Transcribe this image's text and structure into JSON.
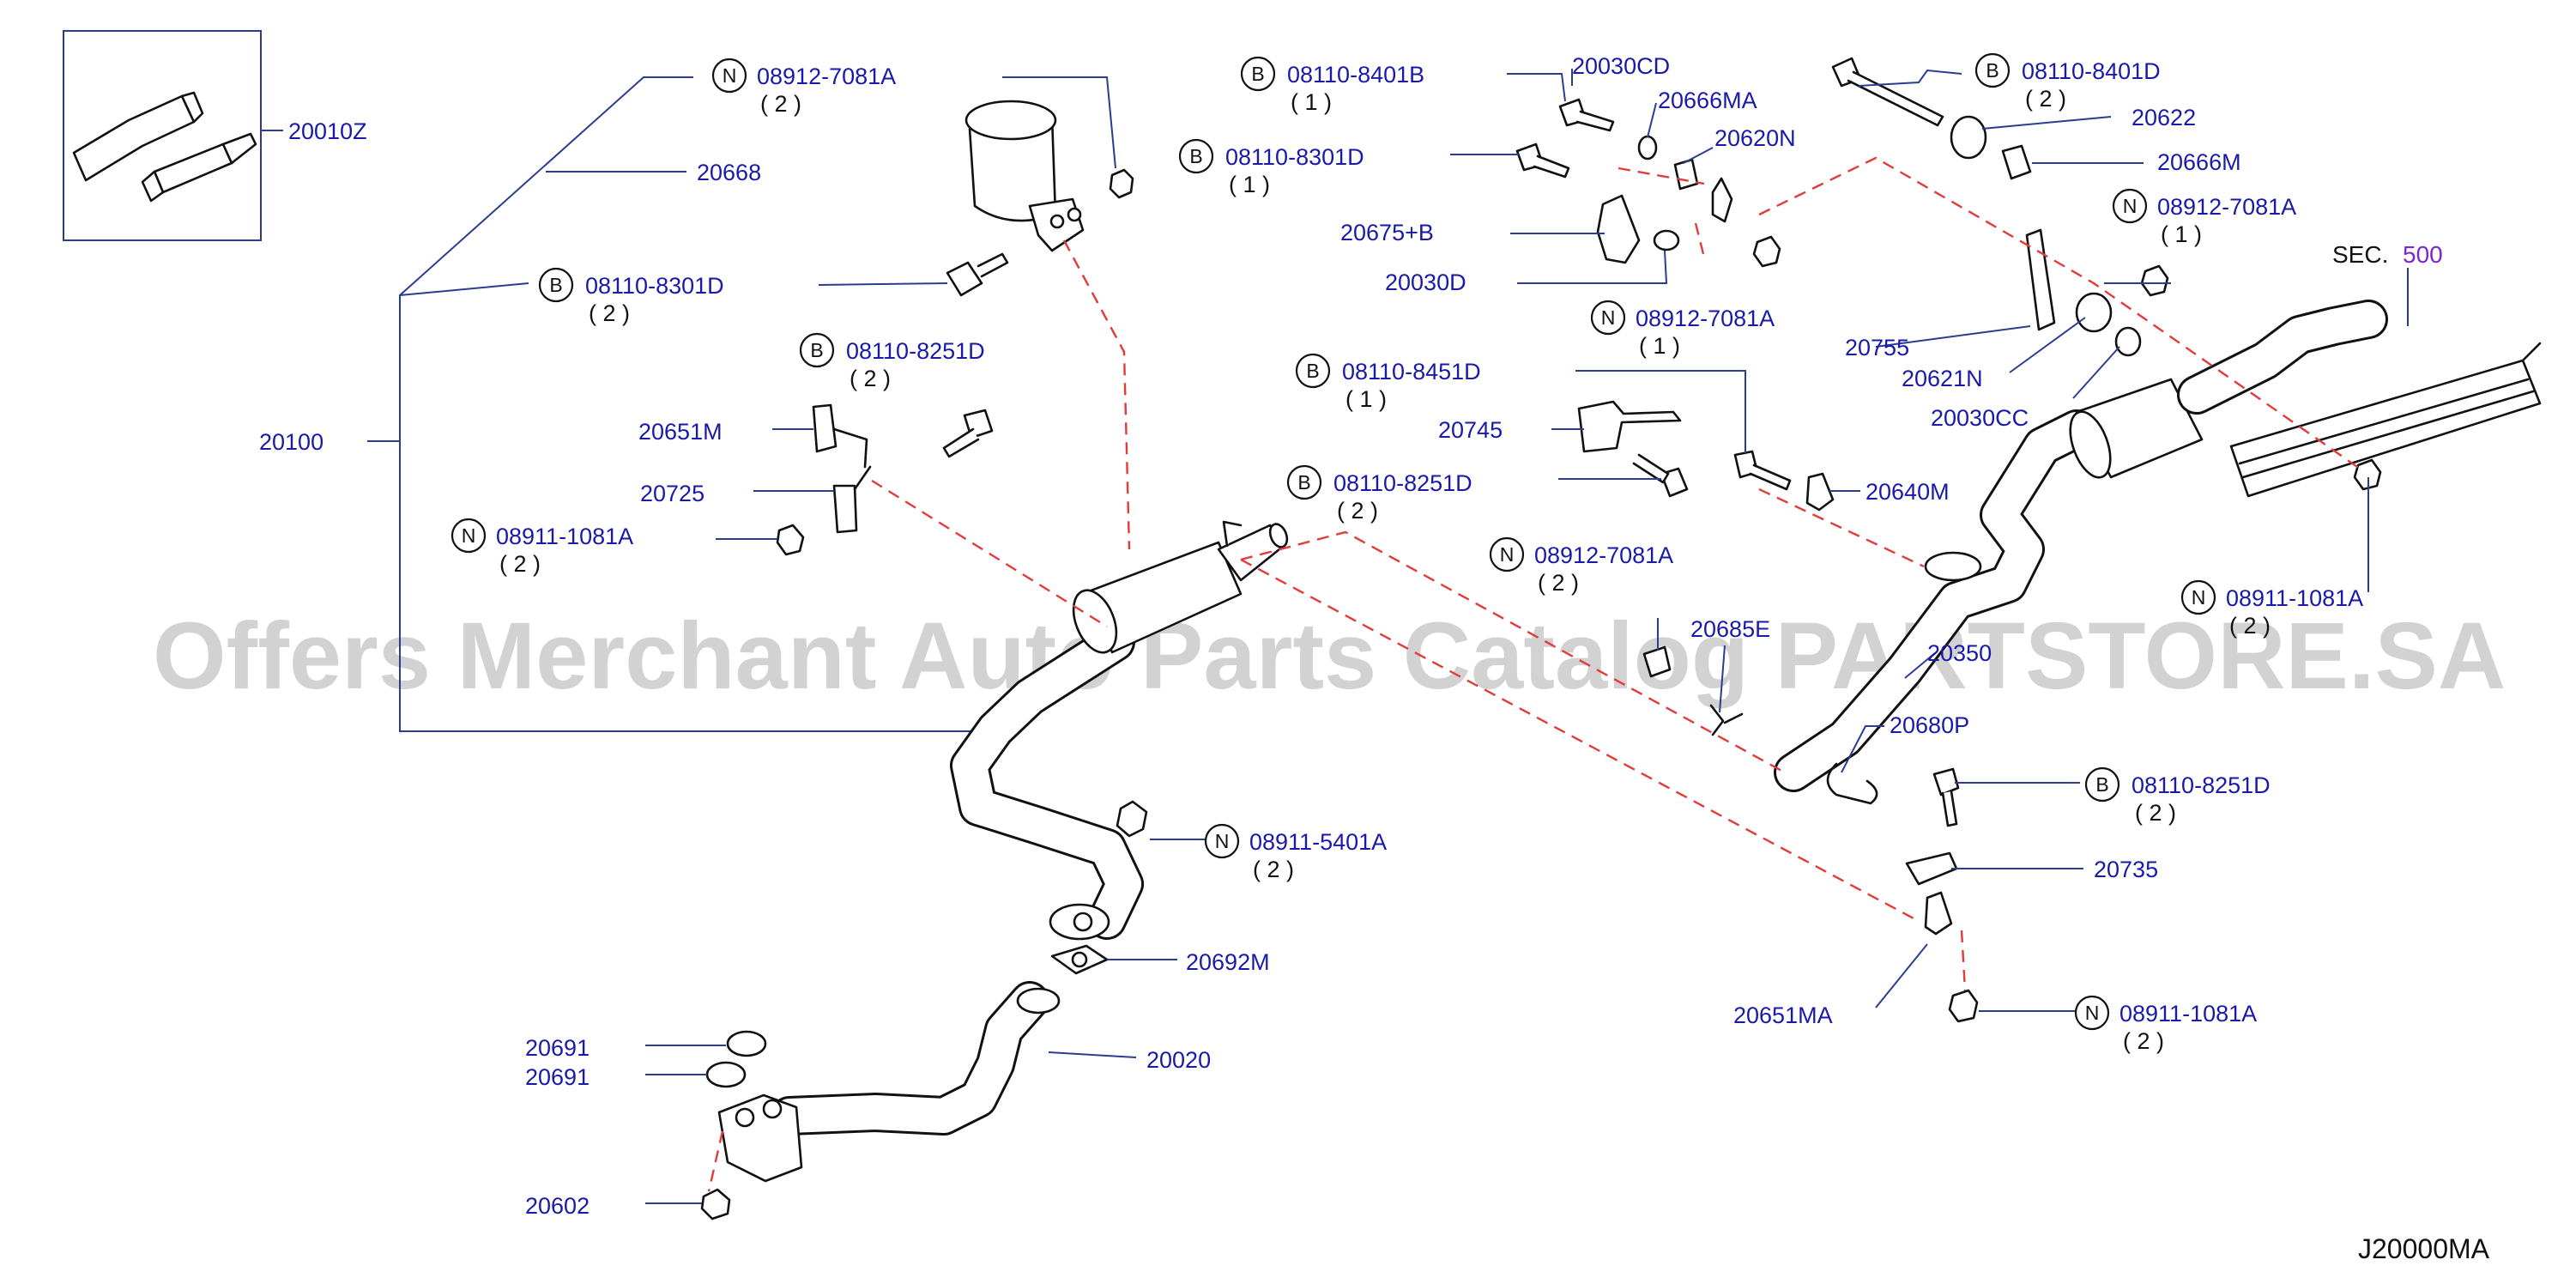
{
  "diagram": {
    "diagram_code": "J20000MA",
    "watermark": "Offers Merchant Auto Parts Catalog PARTSTORE.SA",
    "section_ref": {
      "label": "SEC.",
      "number": "500"
    },
    "colors": {
      "part_number": "#1a1aaa",
      "leader": "#2a3d8f",
      "dashed_leader": "#e23b3b",
      "section_number": "#7a28c8",
      "watermark": "#c8c8c8"
    },
    "callouts": [
      {
        "part": "20010Z"
      },
      {
        "part": "08912-7081A",
        "prefix": "N",
        "qty": "( 2 )"
      },
      {
        "part": "20668"
      },
      {
        "part": "08110-8301D",
        "prefix": "B",
        "qty": "( 2 )"
      },
      {
        "part": "20100"
      },
      {
        "part": "08110-8251D",
        "prefix": "B",
        "qty": "( 2 )"
      },
      {
        "part": "20651M"
      },
      {
        "part": "20725"
      },
      {
        "part": "08911-1081A",
        "prefix": "N",
        "qty": "( 2 )"
      },
      {
        "part": "08110-8401B",
        "prefix": "B",
        "qty": "( 1 )"
      },
      {
        "part": "08110-8301D",
        "prefix": "B",
        "qty": "( 1 )"
      },
      {
        "part": "20030CD"
      },
      {
        "part": "20666MA"
      },
      {
        "part": "20620N"
      },
      {
        "part": "20675+B"
      },
      {
        "part": "20030D"
      },
      {
        "part": "08912-7081A",
        "prefix": "N",
        "qty": "( 1 )"
      },
      {
        "part": "08110-8401D",
        "prefix": "B",
        "qty": "( 2 )"
      },
      {
        "part": "20622"
      },
      {
        "part": "20666M"
      },
      {
        "part": "08912-7081A",
        "prefix": "N",
        "qty": "( 1 )"
      },
      {
        "part": "20755"
      },
      {
        "part": "20621N"
      },
      {
        "part": "20030CC"
      },
      {
        "part": "08110-8451D",
        "prefix": "B",
        "qty": "( 1 )"
      },
      {
        "part": "20745"
      },
      {
        "part": "20640M"
      },
      {
        "part": "08110-8251D",
        "prefix": "B",
        "qty": "( 2 )"
      },
      {
        "part": "08912-7081A",
        "prefix": "N",
        "qty": "( 2 )"
      },
      {
        "part": "20685E"
      },
      {
        "part": "20350"
      },
      {
        "part": "20680P"
      },
      {
        "part": "08110-8251D",
        "prefix": "B",
        "qty": "( 2 )"
      },
      {
        "part": "20735"
      },
      {
        "part": "20651MA"
      },
      {
        "part": "08911-1081A",
        "prefix": "N",
        "qty": "( 2 )"
      },
      {
        "part": "08911-1081A",
        "prefix": "N",
        "qty": "( 2 )"
      },
      {
        "part": "08911-5401A",
        "prefix": "N",
        "qty": "( 2 )"
      },
      {
        "part": "20692M"
      },
      {
        "part": "20691"
      },
      {
        "part": "20691"
      },
      {
        "part": "20020"
      },
      {
        "part": "20602"
      }
    ]
  }
}
